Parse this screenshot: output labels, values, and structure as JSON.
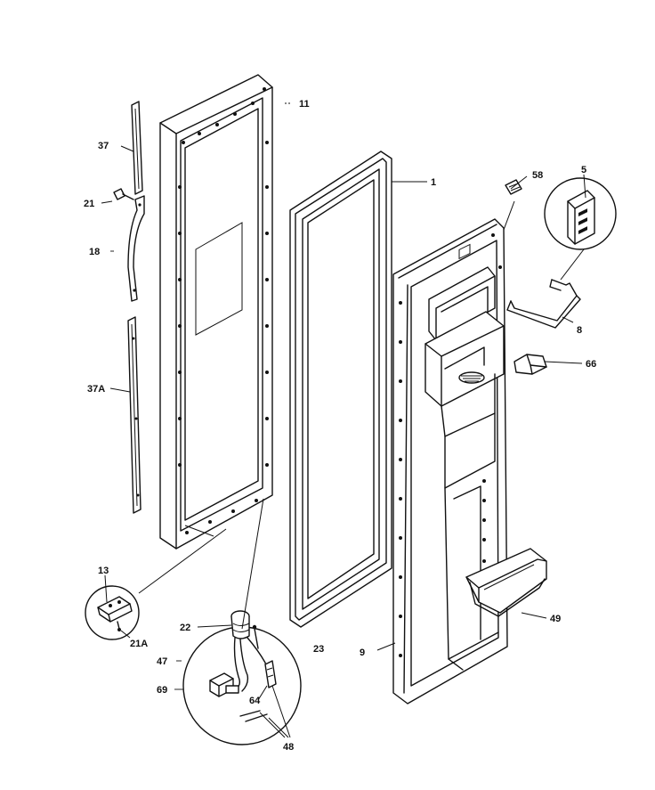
{
  "labels": {
    "p11": "11",
    "p1": "1",
    "p37": "37",
    "p21": "21",
    "p18": "18",
    "p37a": "37A",
    "p58": "58",
    "p5": "5",
    "p8": "8",
    "p66": "66",
    "p13": "13",
    "p21a": "21A",
    "p22": "22",
    "p47": "47",
    "p69": "69",
    "p64": "64",
    "p48": "48",
    "p23": "23",
    "p9": "9",
    "p49": "49"
  }
}
